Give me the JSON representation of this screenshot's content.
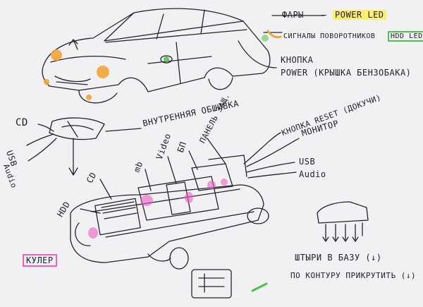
{
  "labels": {
    "lights": "ФАРЫ",
    "lights_dash": "–",
    "power_led": "POWER LED",
    "turn_signals": "СИГНАЛЫ ПОВОРОТНИКОВ",
    "hdd_led": "HDD LED",
    "button": "КНОПКА",
    "power_cap": "POWER (КРЫШКА БЕНЗОБАКА)",
    "inner_trim": "ВНУТРЕННЯЯ ОБШИВКА",
    "cd_top": "CD",
    "usb_left": "USB",
    "audio_left": "Аudio",
    "reset_button": "КНОПКА RESET (ДОКУЧИ)",
    "monitor": "МОНИТОР",
    "usb_right": "USB",
    "audio_right": "Аudio",
    "panel": "ПАНЕЛЬ ЗАЩ.",
    "psu": "БП",
    "video": "Video",
    "mb": "mb",
    "cd_mid": "CD",
    "hdd": "HDD",
    "cooler": "КУЛЕР",
    "pins_base": "ШТЫРИ В БАЗУ (↓)",
    "screw_contour": "ПО КОНТУРУ ПРИКРУТИТЬ (↓)"
  },
  "colors": {
    "ink": "#1f1f2c",
    "paper": "#f1f1f4",
    "headlight": "#f2a43a",
    "marker_pink": "#ec5fbf",
    "marker_green": "#4cc34c",
    "marker_yellow": "#faf05a"
  }
}
